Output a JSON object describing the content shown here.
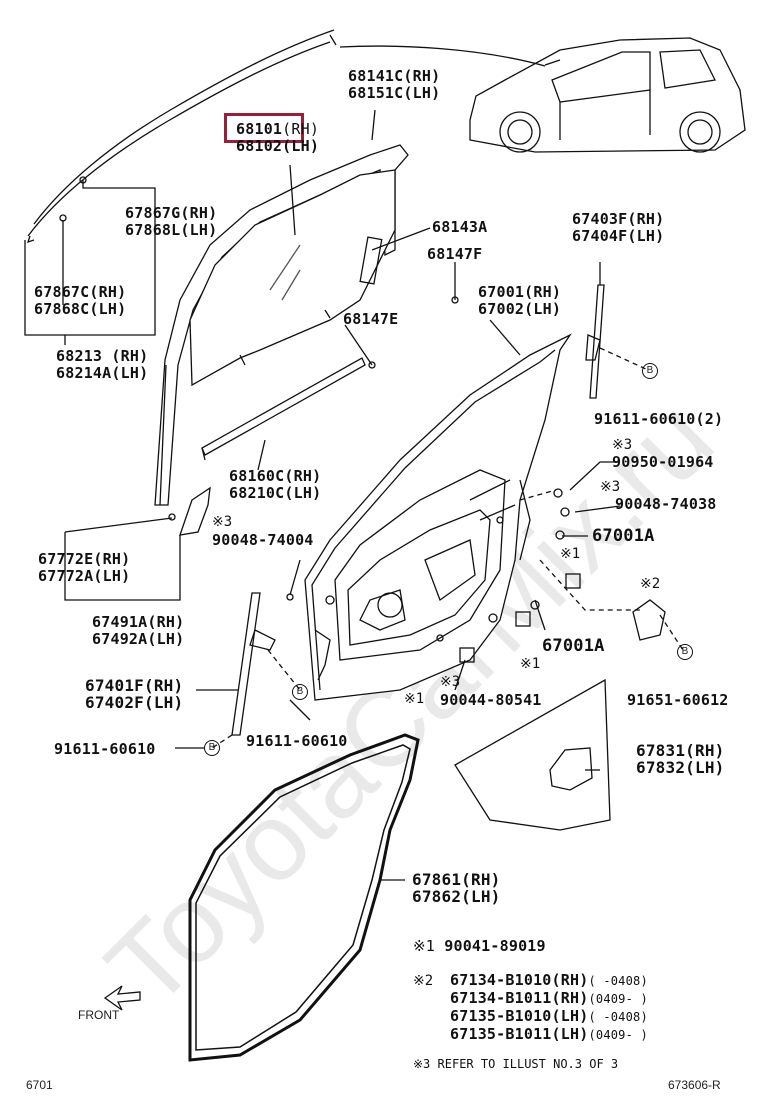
{
  "watermark": "ToyotaCarMix.ru",
  "highlight_color": "#9b1d3a",
  "labels": {
    "p68141": {
      "a": "68141C(RH)",
      "b": "68151C(LH)"
    },
    "p68101": {
      "a": "68101",
      "a_sfx": "(RH)",
      "b": "68102(LH)"
    },
    "p67867g": {
      "a": "67867G(RH)",
      "b": "67868L(LH)"
    },
    "p67867c": {
      "a": "67867C(RH)",
      "b": "67868C(LH)"
    },
    "p68213": {
      "a": "68213 (RH)",
      "b": "68214A(LH)"
    },
    "p68143a": "68143A",
    "p68147f": "68147F",
    "p68147e": "68147E",
    "p67403f": {
      "a": "67403F(RH)",
      "b": "67404F(LH)"
    },
    "p67001": {
      "a": "67001(RH)",
      "b": "67002(LH)"
    },
    "p91611_2": "91611-60610(2)",
    "p90950": "90950-01964",
    "p90048_74038": "90048-74038",
    "p67001a_1": "67001A",
    "p68160c": {
      "a": "68160C(RH)",
      "b": "68210C(LH)"
    },
    "p90048_74004": "90048-74004",
    "p67772e": {
      "a": "67772E(RH)",
      "b": "67772A(LH)"
    },
    "p67491a": {
      "a": "67491A(RH)",
      "b": "67492A(LH)"
    },
    "p67401f": {
      "a": "67401F(RH)",
      "b": "67402F(LH)"
    },
    "p91611_l": "91611-60610",
    "p91611_m": "91611-60610",
    "p90044": "90044-80541",
    "p67001a_2": "67001A",
    "p91651": "91651-60612",
    "p67831": {
      "a": "67831(RH)",
      "b": "67832(LH)"
    },
    "p67861": {
      "a": "67861(RH)",
      "b": "67862(LH)"
    }
  },
  "marks": {
    "m1": "※1",
    "m2": "※2",
    "m3": "※3",
    "circle_b": "B"
  },
  "legend": {
    "l1": {
      "mark": "※1",
      "text": "90041-89019"
    },
    "l2": {
      "mark": "※2",
      "rows": [
        {
          "pn": "67134-B1010",
          "side": "(RH)",
          "range": "(   -0408)"
        },
        {
          "pn": "67134-B1011",
          "side": "(RH)",
          "range": "(0409-  )"
        },
        {
          "pn": "67135-B1010",
          "side": "(LH)",
          "range": "(   -0408)"
        },
        {
          "pn": "67135-B1011",
          "side": "(LH)",
          "range": "(0409-  )"
        }
      ]
    },
    "l3": {
      "mark": "※3",
      "text": "REFER TO ILLUST NO.3 OF 3"
    }
  },
  "front_label": "FRONT",
  "footer": {
    "left": "6701",
    "right": "673606-R"
  }
}
